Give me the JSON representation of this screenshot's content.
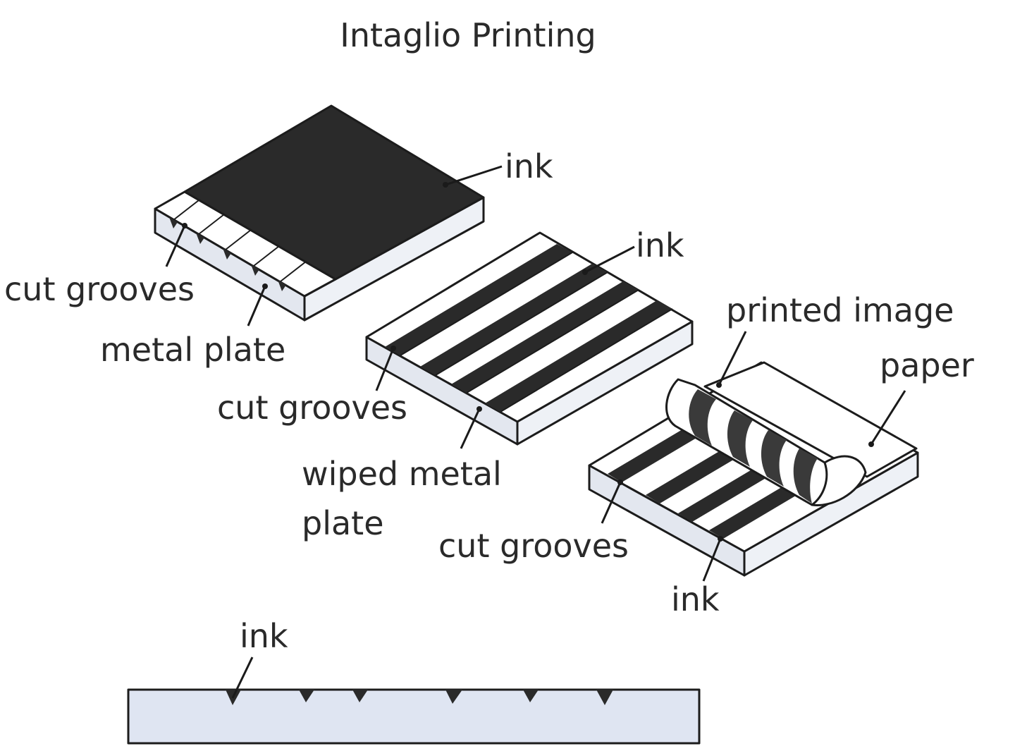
{
  "title": "Intaglio Printing",
  "colors": {
    "ink": "#2a2a2a",
    "plate_top": "#ffffff",
    "plate_side": "#e3e7ef",
    "plate_cross_section": "#dfe5f2",
    "outline": "#1c1c1c"
  },
  "plate1": {
    "ink_label": "ink",
    "grooves_label": "cut grooves",
    "plate_label": "metal plate"
  },
  "plate2": {
    "ink_label": "ink",
    "grooves_label": "cut grooves",
    "plate_label_line1": "wiped metal",
    "plate_label_line2": "plate"
  },
  "plate3": {
    "image_label": "printed image",
    "paper_label": "paper",
    "grooves_label": "cut grooves",
    "ink_label": "ink"
  },
  "cross_section": {
    "ink_label": "ink"
  }
}
